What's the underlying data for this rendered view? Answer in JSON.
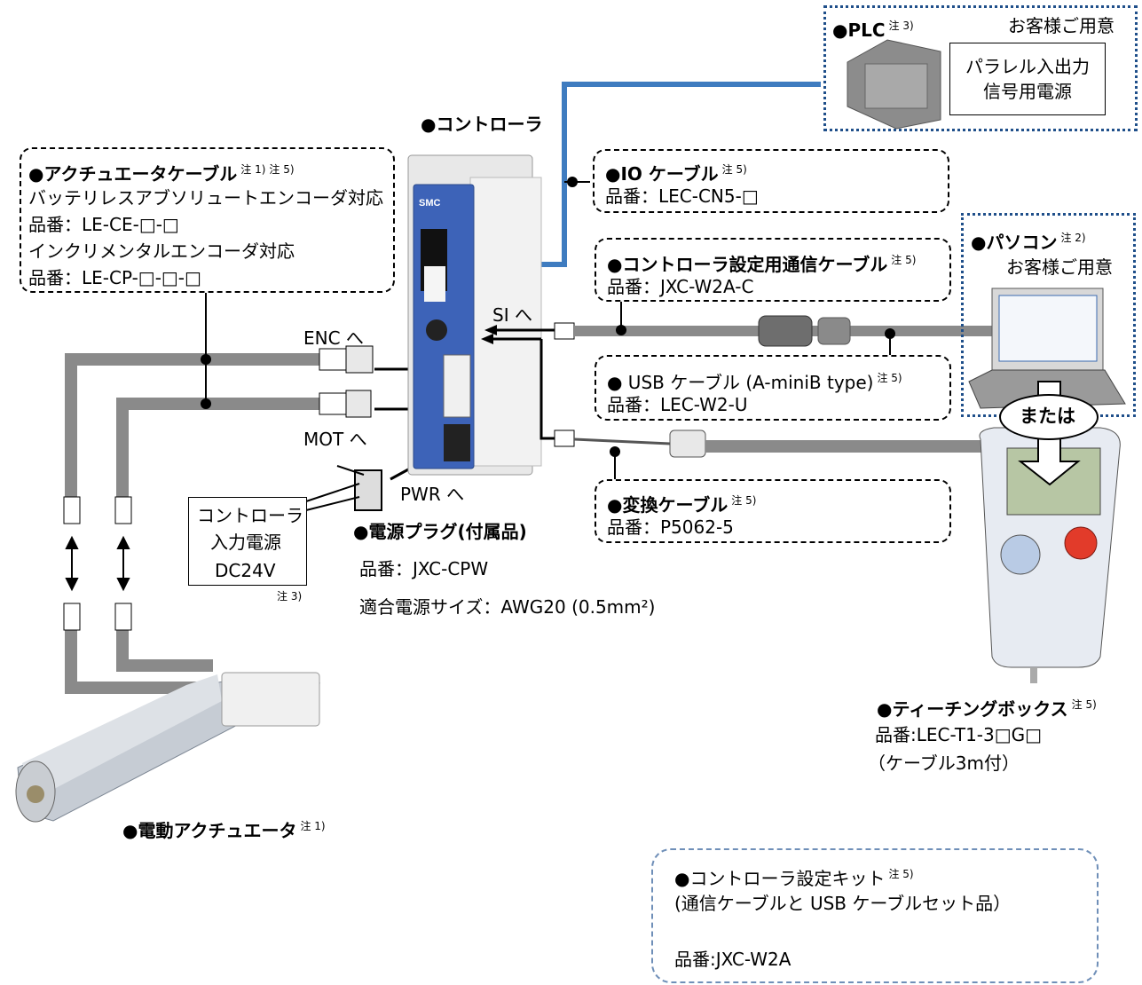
{
  "plc": {
    "title": "●PLC",
    "note": "注 3)",
    "supply": "お客様ご用意",
    "psu_line1": "パラレル入出力",
    "psu_line2": "信号用電源"
  },
  "controller": {
    "title": "●コントローラ",
    "port_si": "SI へ",
    "port_enc": "ENC へ",
    "port_mot": "MOT へ",
    "port_pwr": "PWR へ"
  },
  "actuator_cable": {
    "title": "●アクチュエータケーブル",
    "note1": "注 1)",
    "note2": "注 5)",
    "line1": "バッテリレスアブソリュートエンコーダ対応",
    "line2": "品番：LE-CE-□-□",
    "line3": "インクリメンタルエンコーダ対応",
    "line4": "品番：LE-CP-□-□-□"
  },
  "io_cable": {
    "title": "●IO ケーブル",
    "note": "注 5)",
    "part": "品番：LEC-CN5-□"
  },
  "comm_cable": {
    "title": "●コントローラ設定用通信ケーブル",
    "note": "注 5)",
    "part": "品番：JXC-W2A-C"
  },
  "usb_cable": {
    "title": "● USB ケーブル (A-miniB type)",
    "note": "注 5)",
    "part": "品番：LEC-W2-U"
  },
  "conv_cable": {
    "title": "●変換ケーブル",
    "note": "注 5)",
    "part": "品番：P5062-5"
  },
  "pc": {
    "title": "●パソコン",
    "note": "注 2)",
    "supply": "お客様ご用意",
    "or": "または"
  },
  "power_input": {
    "line1": "コントローラ",
    "line2": "入力電源",
    "line3": "DC24V",
    "note": "注 3)"
  },
  "power_plug": {
    "title": "●電源プラグ(付属品)",
    "part": "品番：JXC-CPW",
    "size": "適合電源サイズ：AWG20 (0.5mm²)"
  },
  "teaching_box": {
    "title": "●ティーチングボックス",
    "note": "注 5)",
    "part": "品番:LEC-T1-3□G□",
    "cable": "（ケーブル3m付）"
  },
  "actuator": {
    "title": "●電動アクチュエータ",
    "note": "注 1)"
  },
  "kit": {
    "title": "●コントローラ設定キット",
    "note": "注 5)",
    "line1": "(通信ケーブルと USB ケーブルセット品）",
    "part": "品番:JXC-W2A"
  }
}
